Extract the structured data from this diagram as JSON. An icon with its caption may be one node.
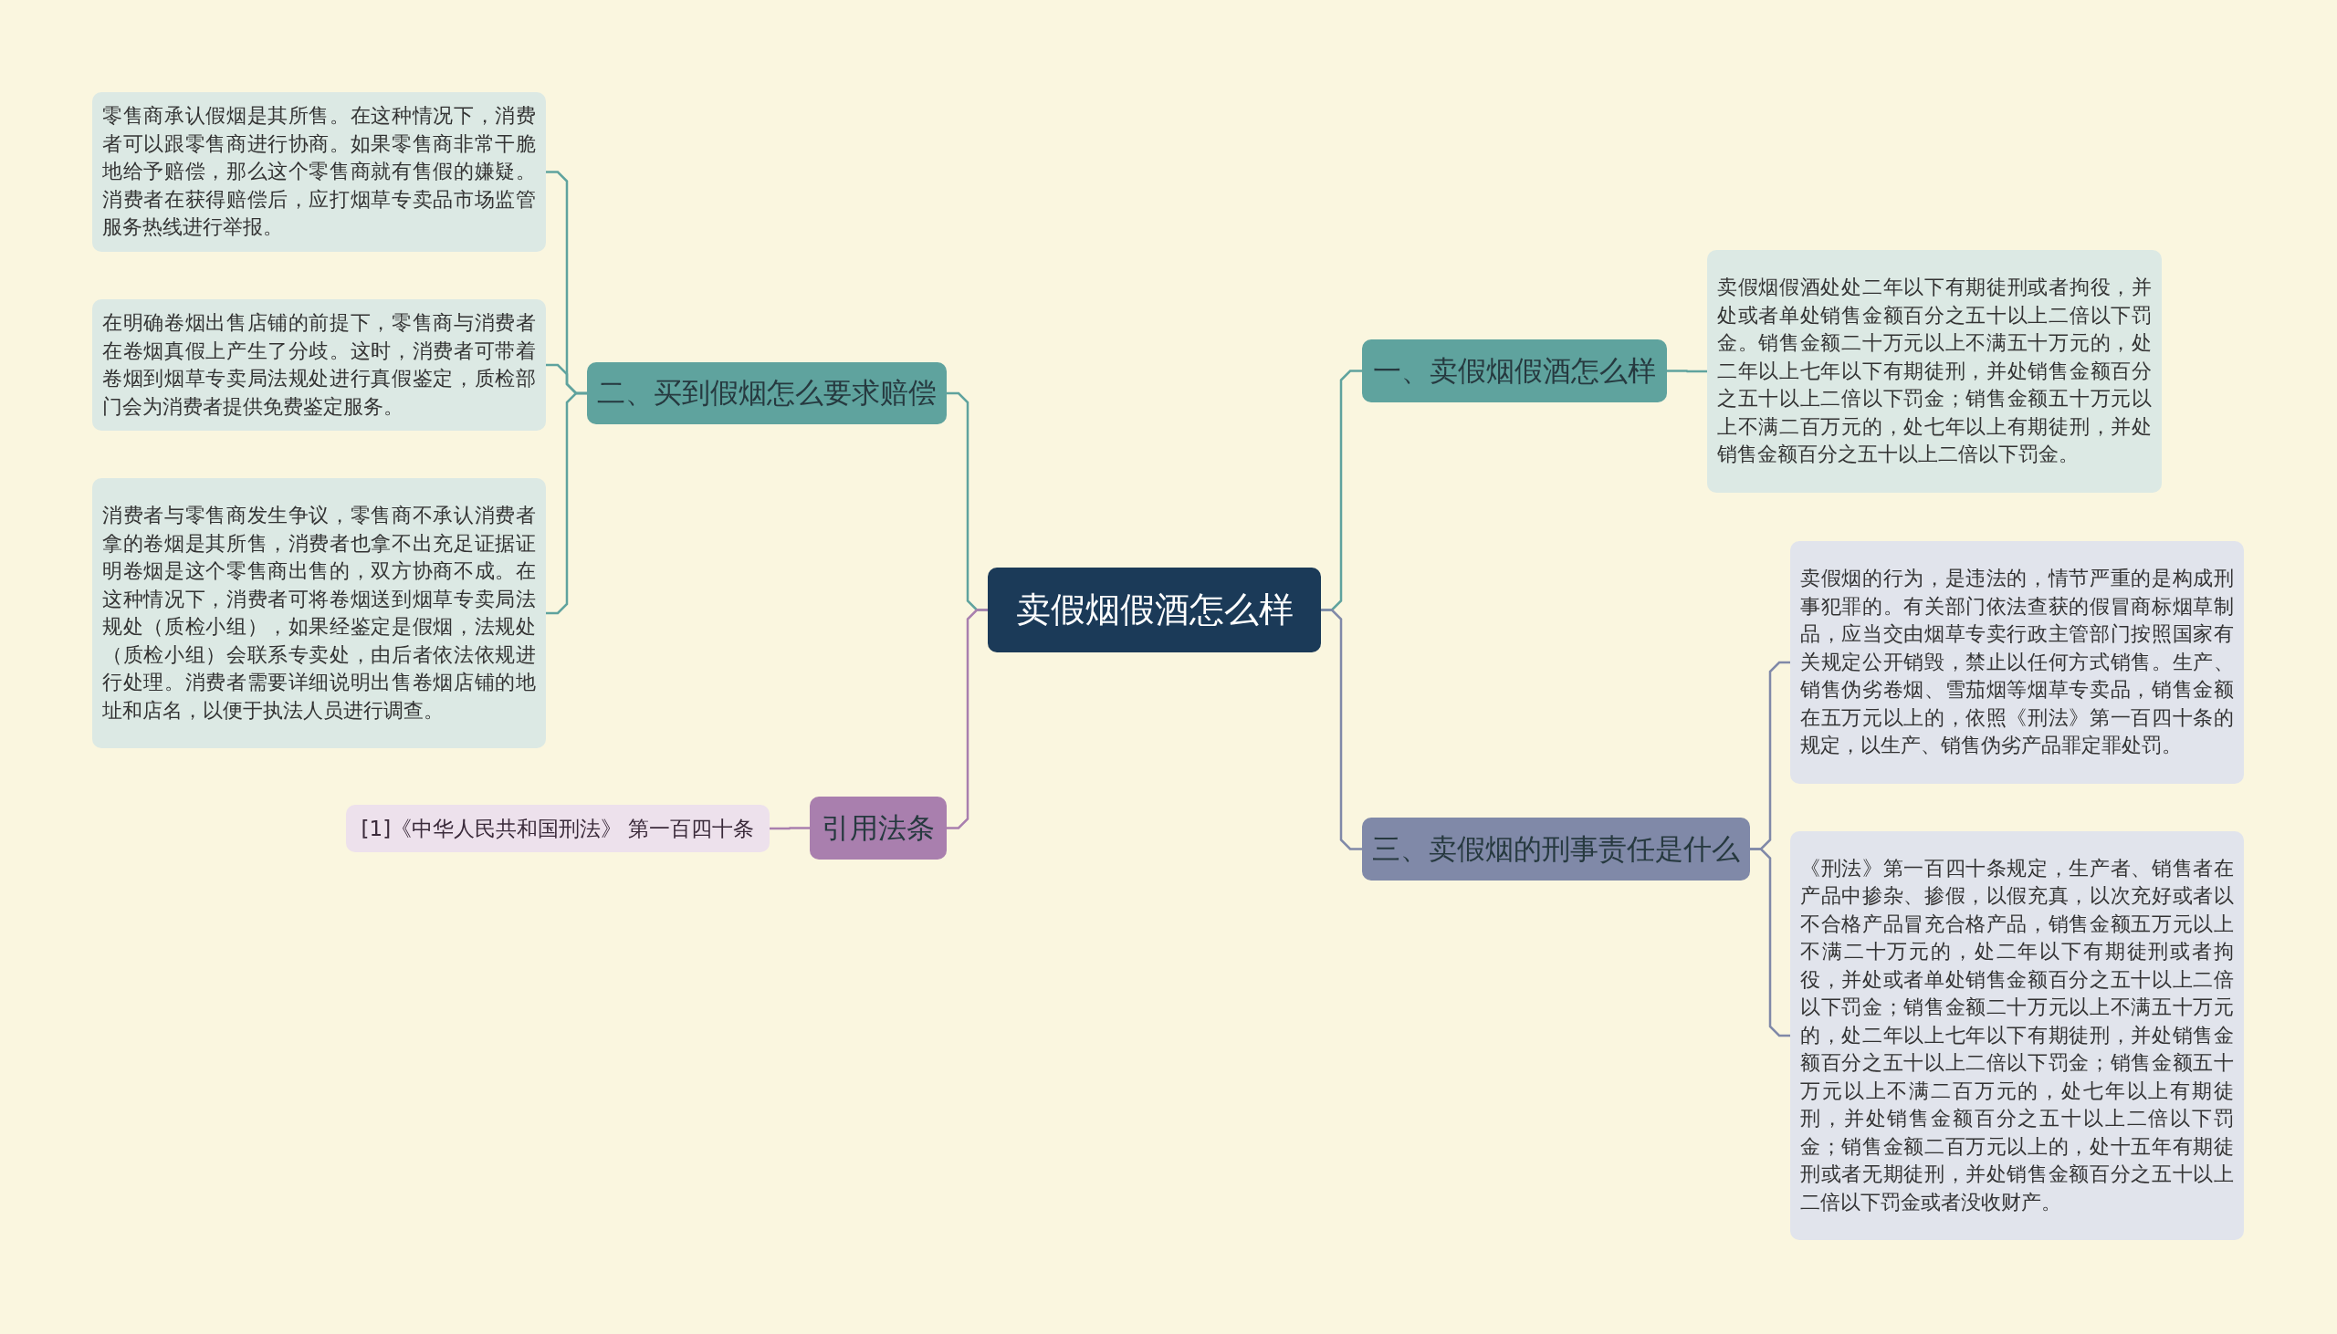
{
  "diagram": {
    "nodes": [
      {
        "text": [
          "卖假烟假酒怎么样"
        ]
      },
      {
        "text": [
          "二、买到假烟怎么要求赔偿"
        ]
      },
      {
        "text": [
          "零售商承认假烟是其所售。在这种情况下，消费者可以跟零售商进行协商。如果零售商非常干脆地给予赔偿，那么这个零售商就有售假的嫌疑。消费者在获得赔偿后，应打烟草专卖品市场监管服务热线进行举报。"
        ]
      },
      {
        "text": [
          "在明确卷烟出售店铺的前提下，零售商与消费者在卷烟真假上产生了分歧。这时，消费者可带着卷烟到烟草专卖局法规处进行真假鉴定，质检部门会为消费者提供免费鉴定服务。"
        ]
      },
      {
        "text": [
          "消费者与零售商发生争议，零售商不承认消费者拿的卷烟是其所售，消费者也拿不出充足证据证明卷烟是这个零售商出售的，双方协商不成。在这种情况下，消费者可将卷烟送到烟草专卖局法规处（质检小组），如果经鉴定是假烟，法规处（质检小组）会联系专卖处，由后者依法依规进行处理。消费者需要详细说明出售卷烟店铺的地址和店名，以便于执法人员进行调查。"
        ]
      },
      {
        "text": [
          "引用法条"
        ]
      },
      {
        "text": [
          "[1]《中华人民共和国刑法》 第一百四十条"
        ]
      },
      {
        "text": [
          "一、卖假烟假酒怎么样"
        ]
      },
      {
        "text": [
          "卖假烟假酒处处二年以下有期徒刑或者拘役，并处或者单处销售金额百分之五十以上二倍以下罚金。销售金额二十万元以上不满五十万元的，处二年以上七年以下有期徒刑，并处销售金额百分之五十以上二倍以下罚金；销售金额五十万元以上不满二百万元的，处七年以上有期徒刑，并处销售金额百分之五十以上二倍以下罚金。"
        ]
      },
      {
        "text": [
          "三、卖假烟的刑事责任是什么"
        ]
      },
      {
        "text": [
          "卖假烟的行为，是违法的，情节严重的是构成刑事犯罪的。有关部门依法查获的假冒商标烟草制品，应当交由烟草专卖行政主管部门按照国家有关规定公开销毁，禁止以任何方式销售。生产、销售伪劣卷烟、雪茄烟等烟草专卖品，销售金额在五万元以上的，依照《刑法》第一百四十条的规定，以生产、销售伪劣产品罪定罪处罚。"
        ]
      },
      {
        "text": [
          "《刑法》第一百四十条规定，生产者、销售者在产品中掺杂、掺假，以假充真，以次充好或者以不合格产品冒充合格产品，销售金额五万元以上不满二十万元的，处二年以下有期徒刑或者拘役，并处或者单处销售金额百分之五十以上二倍以下罚金；销售金额二十万元以上不满五十万元的，处二年以上七年以下有期徒刑，并处销售金额百分之五十以上二倍以下罚金；销售金额五十万元以上不满二百万元的，处七年以上有期徒刑，并处销售金额百分之五十以上二倍以下罚金；销售金额二百万元以上的，处十五年有期徒刑或者无期徒刑，并处销售金额百分之五十以上二倍以下罚金或者没收财产。"
        ]
      }
    ],
    "edges": [
      {
        "from": 0,
        "to": 1,
        "arrow": "none"
      },
      {
        "from": 1,
        "to": 2,
        "arrow": "none"
      },
      {
        "from": 1,
        "to": 3,
        "arrow": "none"
      },
      {
        "from": 1,
        "to": 4,
        "arrow": "none"
      },
      {
        "from": 0,
        "to": 5,
        "arrow": "none",
        "color": "#a97fae"
      },
      {
        "from": 5,
        "to": 6,
        "arrow": "none",
        "color": "#a97fae"
      },
      {
        "from": 0,
        "to": 7,
        "arrow": "none"
      },
      {
        "from": 7,
        "to": 8,
        "arrow": "none"
      },
      {
        "from": 0,
        "to": 9,
        "arrow": "none",
        "color": "#8089a8"
      },
      {
        "from": 9,
        "to": 10,
        "arrow": "none",
        "color": "#8089a8"
      },
      {
        "from": 9,
        "to": 11,
        "arrow": "none",
        "color": "#8089a8"
      }
    ]
  }
}
